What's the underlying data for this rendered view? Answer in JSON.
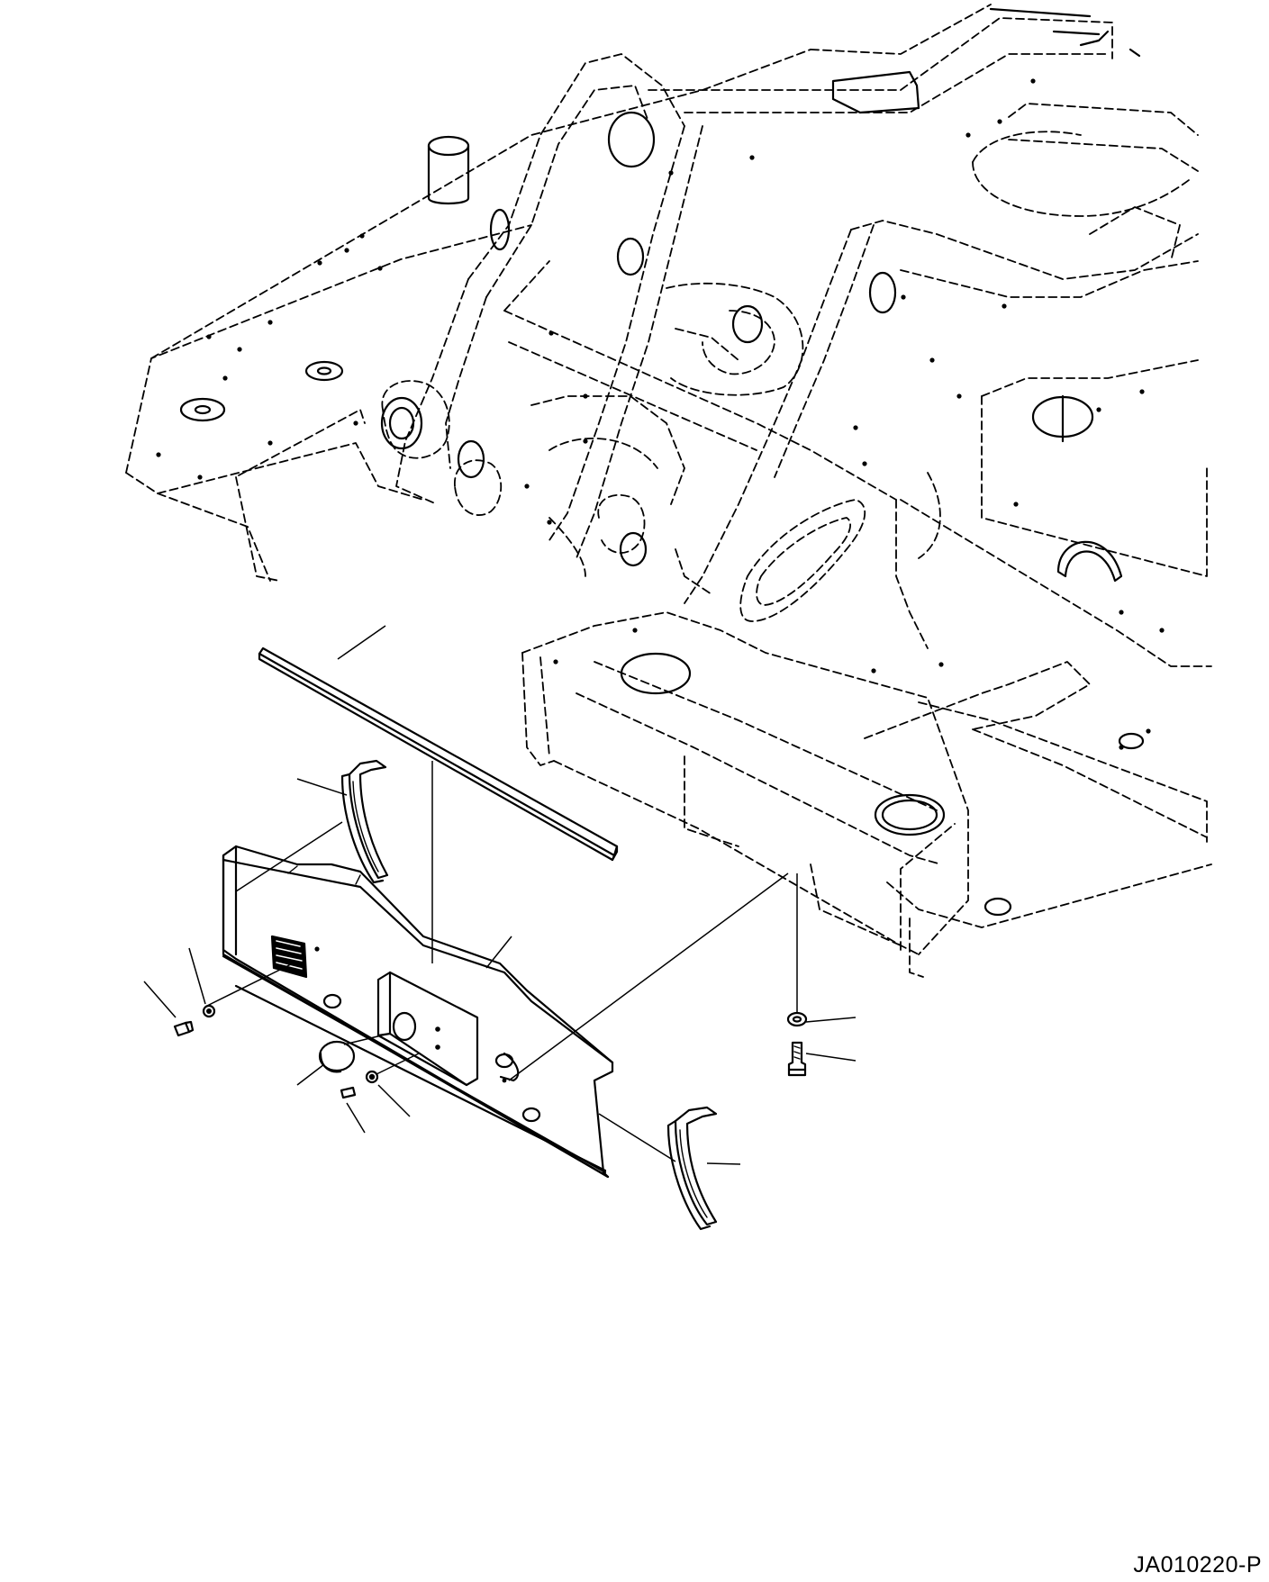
{
  "figure": {
    "reference_code": "JA010220-P"
  },
  "parts": [
    {
      "key": "frame",
      "icon": "revolving-frame-icon"
    },
    {
      "key": "seal",
      "icon": "rubber-seal-strip-icon"
    },
    {
      "key": "cover",
      "icon": "undercover-panel-icon"
    },
    {
      "key": "bracket-left",
      "icon": "bracket-icon"
    },
    {
      "key": "bracket-right",
      "icon": "bracket-icon"
    },
    {
      "key": "cap",
      "icon": "round-cap-icon"
    },
    {
      "key": "bolt",
      "icon": "bolt-icon"
    },
    {
      "key": "washer",
      "icon": "washer-icon"
    },
    {
      "key": "nut",
      "icon": "nut-icon"
    }
  ],
  "colors": {
    "line": "#000000",
    "background": "#ffffff"
  }
}
